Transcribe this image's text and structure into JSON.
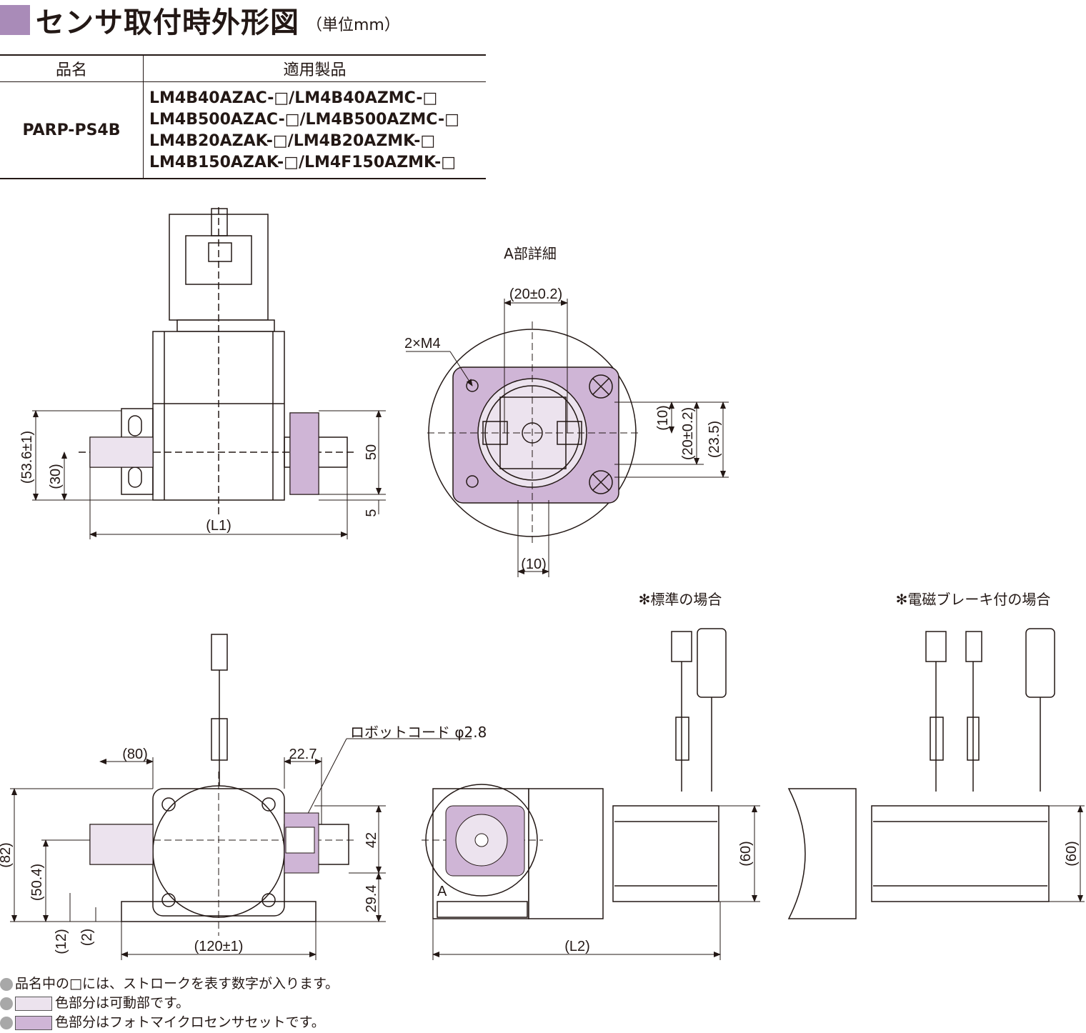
{
  "header": {
    "title": "センサ取付時外形図",
    "unit": "（単位mm）",
    "accent_color": "#a98bb8"
  },
  "table": {
    "col_name": "品名",
    "col_products": "適用製品",
    "name": "PARP-PS4B",
    "products": [
      "LM4B40AZAC-□/LM4B40AZMC-□",
      "LM4B500AZAC-□/LM4B500AZMC-□",
      "LM4B20AZAK-□/LM4B20AZMK-□",
      "LM4B150AZAK-□/LM4F150AZMK-□"
    ]
  },
  "views": {
    "detail_title": "A部詳細",
    "standard_title": "✻標準の場合",
    "brake_title": "✻電磁ブレーキ付の場合",
    "cord_label": "ロボットコード φ2.8",
    "view_mark": "A"
  },
  "dimensions": {
    "top_53_6": "(53.6±1)",
    "top_30": "(30)",
    "top_50": "50",
    "top_5": "5",
    "top_L1": "(L1)",
    "det_20_horiz": "(20±0.2)",
    "det_2xM4": "2×M4",
    "det_10_vert": "(10)",
    "det_20_vert": "(20±0.2)",
    "det_23_5": "(23.5)",
    "det_10_bottom": "(10)",
    "bot_80": "(80)",
    "bot_22_7": "22.7",
    "bot_82": "(82)",
    "bot_50_4": "(50.4)",
    "bot_12": "(12)",
    "bot_2": "(2)",
    "bot_120": "(120±1)",
    "bot_42": "42",
    "bot_29_4": "29.4",
    "side_L2": "(L2)",
    "side_60": "(60)",
    "brake_60": "(60)"
  },
  "notes": {
    "note1": "品名中の□には、ストロークを表す数字が入ります。",
    "note2": "色部分は可動部です。",
    "note3": "色部分はフォトマイクロセンサセットです。",
    "movable_color": "#ece3ee",
    "sensor_color": "#cfb5d6"
  }
}
